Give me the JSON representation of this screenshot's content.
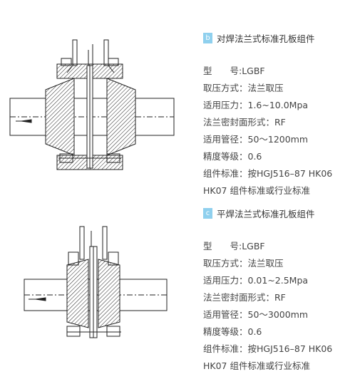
{
  "sections": [
    {
      "badge": "b",
      "title": "对焊法兰式标准孔板组件",
      "lines": [
        "型　　号:LGBF",
        "取压方式：法兰取压",
        "适用压力：1.6~10.0Mpa",
        "法兰密封面形式：RF",
        "适用管径：50～1200mm",
        "精度等级：0.6",
        "组件标准：按HGJ516–87  HK06",
        "HK07 组件标准或行业标准"
      ]
    },
    {
      "badge": "c",
      "title": "平焊法兰式标准孔板组件",
      "lines": [
        "型　　号:LGBF",
        "取压方式：法兰取压",
        "适用压力：0.01~2.5Mpa",
        "法兰密封面形式：RF",
        "适用管径：50～3000mm",
        "精度等级：0.6",
        "组件标准：按HGJ516–87  HK06",
        "HK07 组件标准或行业标准"
      ]
    }
  ],
  "colors": {
    "badge_bg": "#8fd0ee",
    "line": "#2a2a2a"
  }
}
